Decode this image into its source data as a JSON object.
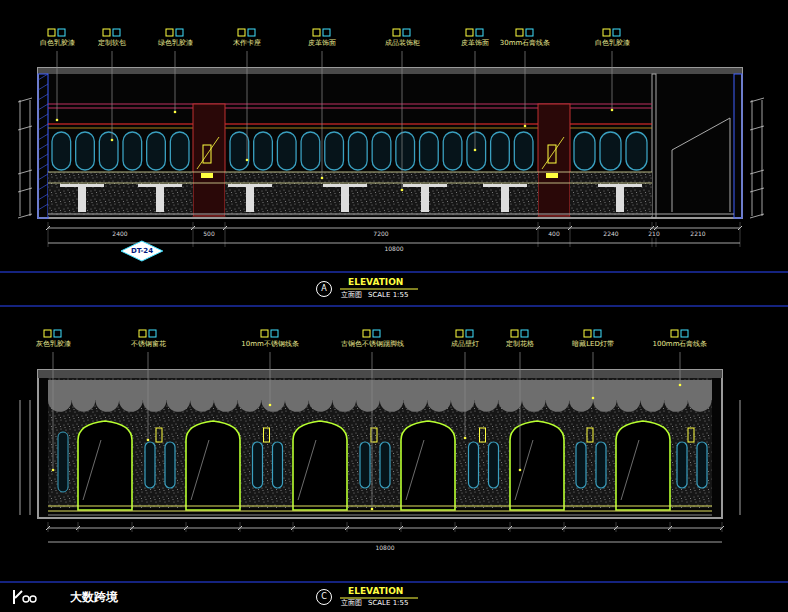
{
  "diagram": {
    "nodes": [
      {
        "text": [
          "A"
        ]
      },
      {
        "text": [
          "C"
        ]
      },
      {
        "text": [
          "DT-24"
        ]
      }
    ],
    "labels": [
      "白色乳胶漆",
      "定制软包",
      "绿色乳胶漆",
      "木作卡座",
      "皮革饰面",
      "成品装饰柜",
      "皮革饰面",
      "30mm石膏线条",
      "白色乳胶漆",
      "灰色乳胶漆",
      "不锈钢窗花",
      "10mm不锈钢线条",
      "古铜色不锈钢踢脚线",
      "成品壁灯",
      "定制花格",
      "暗藏LED灯带",
      "100mm石膏线条",
      "ELEVATION",
      "立面图",
      "SCALE 1:55",
      "ELEVATION",
      "立面图",
      "SCALE 1:55",
      "2400",
      "500",
      "7200",
      "400",
      "2240",
      "210",
      "2210",
      "10800",
      "10800",
      "大数跨境"
    ]
  }
}
